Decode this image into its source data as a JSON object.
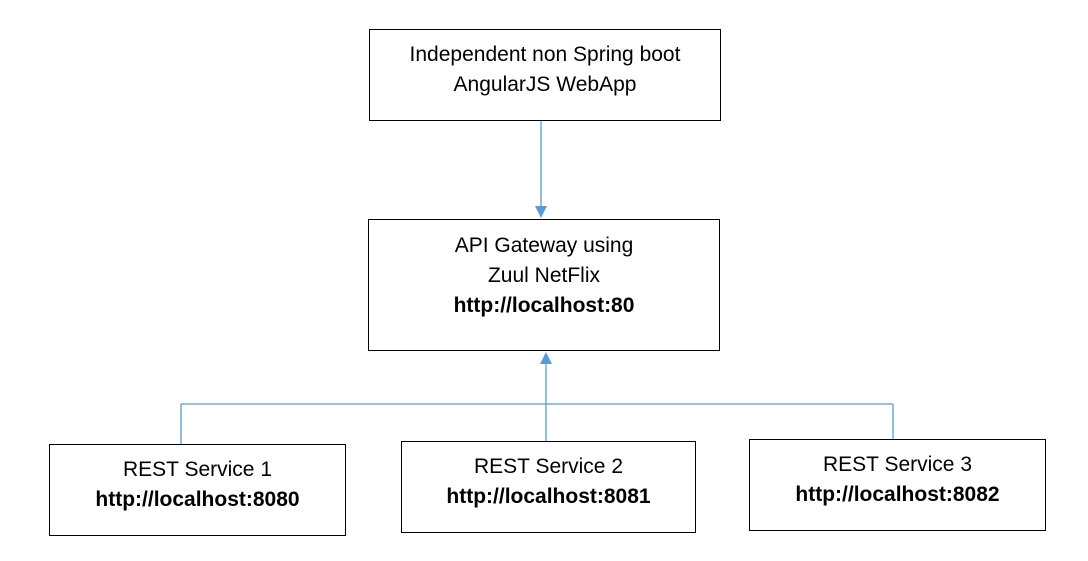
{
  "nodes": {
    "webapp": {
      "line1": "Independent non Spring boot",
      "line2": "AngularJS WebApp"
    },
    "gateway": {
      "line1": "API Gateway using",
      "line2": "Zuul NetFlix",
      "url": "http://localhost:80"
    },
    "service1": {
      "name": "REST Service 1",
      "url": "http://localhost:8080"
    },
    "service2": {
      "name": "REST Service 2",
      "url": "http://localhost:8081"
    },
    "service3": {
      "name": "REST Service 3",
      "url": "http://localhost:8082"
    }
  },
  "edges": [
    {
      "from": "webapp",
      "to": "gateway"
    },
    {
      "from": "service1",
      "to": "gateway"
    },
    {
      "from": "service2",
      "to": "gateway"
    },
    {
      "from": "service3",
      "to": "gateway"
    }
  ],
  "colors": {
    "connector": "#5b9bd5",
    "box_border": "#000000"
  }
}
